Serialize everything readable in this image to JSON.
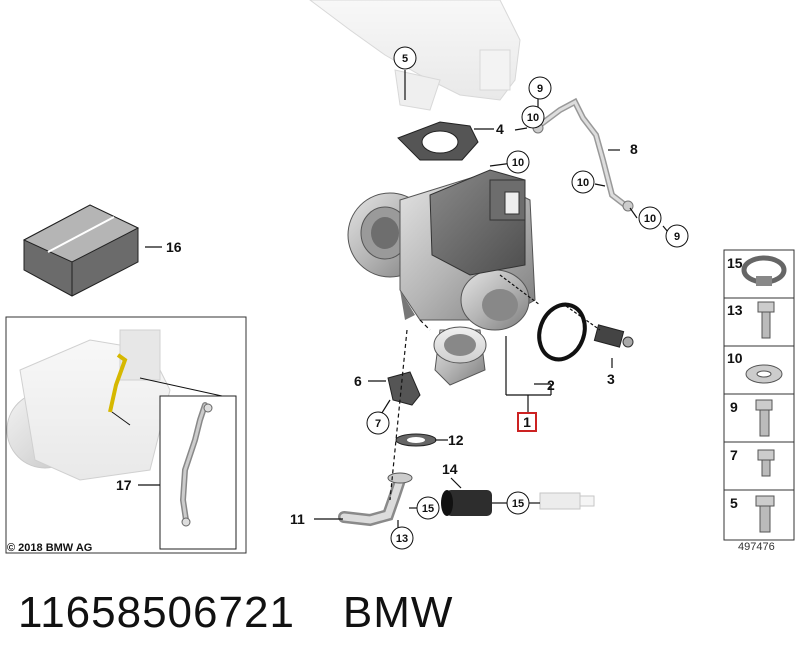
{
  "callouts": [
    "1",
    "2",
    "3",
    "4",
    "5",
    "6",
    "7",
    "8",
    "9",
    "10",
    "11",
    "12",
    "13",
    "14",
    "15",
    "16",
    "17"
  ],
  "side_panel": {
    "items": [
      "15",
      "13",
      "10",
      "9",
      "7",
      "5"
    ],
    "diagram_id": "497476"
  },
  "copyright": "© 2018 BMW AG",
  "footer": {
    "part_number": "11658506721",
    "brand": "BMW"
  },
  "colors": {
    "highlight": "#cc2222",
    "line": "#111111",
    "part_gray": "#b8b8b8"
  }
}
